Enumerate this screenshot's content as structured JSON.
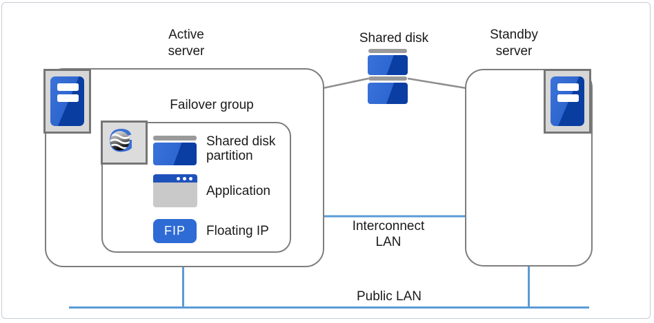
{
  "diagram": {
    "active_server": {
      "label_line1": "Active",
      "label_line2": "server",
      "icon": "server-icon"
    },
    "standby_server": {
      "label_line1": "Standby",
      "label_line2": "server",
      "icon": "server-icon"
    },
    "shared_disk": {
      "label": "Shared disk",
      "icon": "shared-disk-stack-icon"
    },
    "failover_group": {
      "label": "Failover group",
      "logo_icon": "clusterpro-g-globe-icon",
      "items": [
        {
          "icon": "disk-partition-icon",
          "label_line1": "Shared disk",
          "label_line2": "partition"
        },
        {
          "icon": "application-window-icon",
          "label": "Application"
        },
        {
          "icon": "floating-ip-badge",
          "badge": "FIP",
          "label": "Floating IP"
        }
      ]
    },
    "networks": {
      "interconnect_line1": "Interconnect",
      "interconnect_line2": "LAN",
      "public_label": "Public LAN"
    },
    "colors": {
      "blue_light": "#2f6bd4",
      "blue_dark": "#0a3da0",
      "lan_line_blue": "#5b9bd5",
      "connector_gray": "#8f8f8f",
      "box_border_gray": "#7d7d7d",
      "icon_plate_gray": "#d7d7d7",
      "cap_gray": "#9a9a9a",
      "app_titlebar_blue": "#1e52bb",
      "app_body_gray": "#c9c9c9"
    }
  }
}
